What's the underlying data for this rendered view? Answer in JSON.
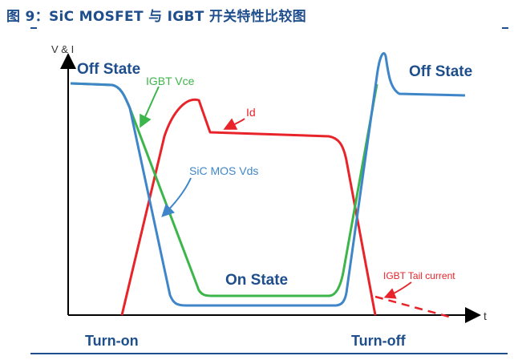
{
  "figure_title": "图 9：SiC MOSFET 与 IGBT 开关特性比较图",
  "axes": {
    "y_label": "V & I",
    "x_label": "t"
  },
  "states": {
    "off_left": "Off State",
    "off_right": "Off State",
    "on": "On State"
  },
  "curves": {
    "igbt_vce": "IGBT Vce",
    "id": "Id",
    "sic_vds": "SiC MOS Vds",
    "igbt_tail": "IGBT Tail current"
  },
  "phases": {
    "turn_on": "Turn-on",
    "turn_off": "Turn-off"
  },
  "colors": {
    "title": "#1f4e8c",
    "state_text": "#1f4e8c",
    "phase_text": "#1f4e8c",
    "igbt_vce": "#3cb54a",
    "id": "#e8242a",
    "sic_vds": "#3f86c9",
    "axis": "#000000"
  }
}
